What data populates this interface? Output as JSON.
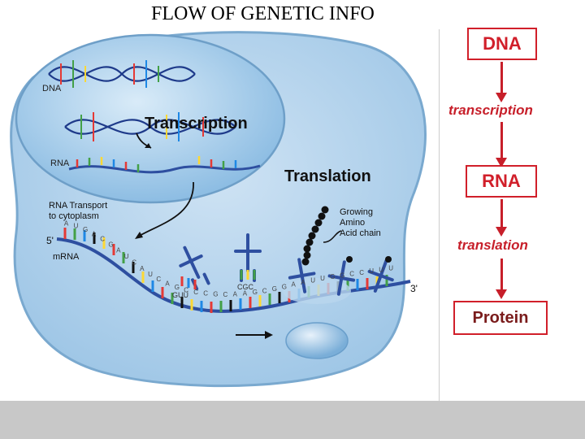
{
  "title": "FLOW OF GENETIC INFO",
  "diagram": {
    "labels": {
      "dna": "DNA",
      "transcription": "Transcription",
      "rna": "RNA",
      "translation": "Translation",
      "rna_transport_1": "RNA Transport",
      "rna_transport_2": "to cytoplasm",
      "five_prime": "5'",
      "three_prime": "3'",
      "mrna": "mRNA",
      "growing_1": "Growing",
      "growing_2": "Amino",
      "growing_3": "Acid chain"
    },
    "mrna_bases": "AUGACGAUCAUCAGCCCGCAAGCGGAAUUGGCCUUU",
    "trna_anticodons": [
      "GUU",
      "CGC",
      "",
      "",
      ""
    ]
  },
  "flow": {
    "dna": "DNA",
    "transcription": "transcription",
    "rna": "RNA",
    "translation": "translation",
    "protein": "Protein"
  }
}
